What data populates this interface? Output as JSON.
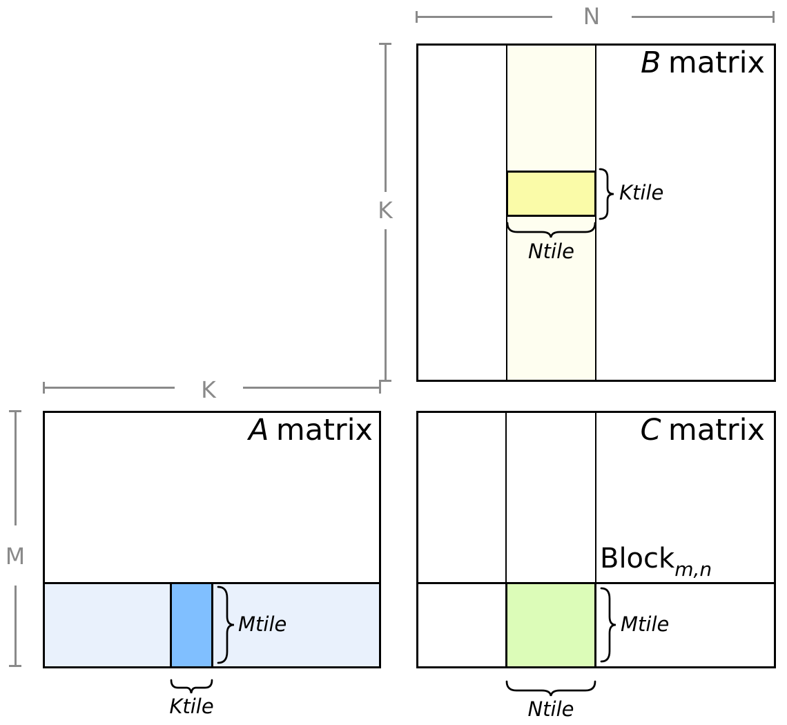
{
  "colors": {
    "dim-gray": "#8a8a8a",
    "line-black": "#000000",
    "tile-yellow": "#fafba8",
    "strip-ivory": "#fefef0",
    "tile-blue": "#80bfff",
    "strip-blue": "#e9f1fc",
    "tile-green": "#dcfcb8"
  },
  "b_matrix": {
    "title_var": "B",
    "title_word": "matrix",
    "top_dim": "N",
    "left_dim": "K",
    "tile_label": "Ktile",
    "width_label": "Ntile"
  },
  "a_matrix": {
    "title_var": "A",
    "title_word": "matrix",
    "top_dim": "K",
    "left_dim": "M",
    "tile_label": "Mtile",
    "width_label": "Ktile"
  },
  "c_matrix": {
    "title_var": "C",
    "title_word": "matrix",
    "block_word": "Block",
    "block_sub": "m,n",
    "tile_label": "Mtile",
    "width_label": "Ntile"
  }
}
